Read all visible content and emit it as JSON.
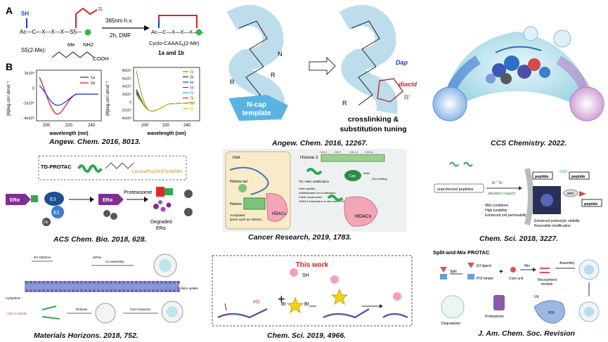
{
  "panels": {
    "p1": {
      "label_a": "A",
      "label_b": "B",
      "arrow_top": "365nm h.v.",
      "arrow_bottom": "2h, DMF",
      "product_label": "Cyclo-CAAAS",
      "product_sub": "5",
      "product_suffix": "(2-Me)",
      "compounds": "1a and 1b",
      "s5_label": "S5(2-Me):",
      "me": "Me",
      "nh2": "NH2",
      "cooh": "COOH",
      "sh": "SH",
      "seq": "Ac—C—X—X—X—S5—",
      "chart1": {
        "ylabel": "[θ]deg.cm².dmol⁻¹",
        "xlabel": "wavelength (nm)",
        "xticks": [
          "200",
          "220",
          "240"
        ],
        "yticks": [
          "2x10⁴",
          "0",
          "-2x10⁴",
          "-4x10⁴"
        ],
        "legend": [
          {
            "name": "1a",
            "color": "#1f3fd6"
          },
          {
            "name": "1b",
            "color": "#e0202a"
          }
        ]
      },
      "chart2": {
        "ylabel": "[θ]deg.cm².dmol⁻¹",
        "xlabel": "wavelength (nm)",
        "xticks": [
          "200",
          "220",
          "240"
        ],
        "yticks": [
          "8x10⁴",
          "6x10⁴",
          "4x10⁴",
          "2x10⁴",
          "0",
          "-2x10⁴",
          "-4x10⁴"
        ],
        "legend": [
          {
            "name": "2b",
            "color": "#8a8a00"
          },
          {
            "name": "3b",
            "color": "#333333"
          },
          {
            "name": "4b",
            "color": "#1a3fbf"
          },
          {
            "name": "5b",
            "color": "#c000c0"
          },
          {
            "name": "6b",
            "color": "#00b0d0"
          },
          {
            "name": "7b",
            "color": "#e02020"
          },
          {
            "name": "8b",
            "color": "#20b020"
          },
          {
            "name": "9b",
            "color": "#e8c000"
          }
        ]
      },
      "caption": "Angew. Chem. 2016, 8013."
    },
    "p2": {
      "ncap": "N-cap",
      "template": "template",
      "dap": "Dap",
      "diacid": "diacid",
      "tuning1": "crosslinking &",
      "tuning2": "substitution tuning",
      "caption": "Angew. Chem. 2016, 12267."
    },
    "p3": {
      "caption": "CCS Chemistry. 2022."
    },
    "p4": {
      "protac": "TD-PROTAC",
      "tag": "LeuAlaPro(OH)TyrIleNH₂",
      "era": "ERα",
      "e3": "E3",
      "e2": "E2",
      "ub": "Ub",
      "proteasome": "Proteasome",
      "degraded1": "Degraded",
      "degraded2": "ERα",
      "caption": "ACS Chem. Bio.  2018, 628."
    },
    "p5": {
      "dna": "DNA",
      "histone_tail": "Histone tail",
      "histone": "Histone",
      "acetylated": "Acetylated",
      "lysine": "lysine such as H3K9Ac",
      "hdacs": "HDACs",
      "histone3": "Histone 3",
      "marks": [
        "H3K4",
        "H3K9",
        "H3K14",
        "H3K18"
      ],
      "td_label": "TD: Helix stabilization",
      "cap_label": "Cap",
      "linker_label": "linker",
      "zinc": "Zinc binding",
      "bullets": [
        "Helix stability",
        "Antiantimatch for modification",
        "Facile construction",
        "HDAC1 inactivation in vitro and in vivo"
      ],
      "caption": "Cancer Research, 2019, 1783."
    },
    "p6": {
      "unprotected": "unprotected peptides",
      "alkylation": "alkylation reagent",
      "bullets1": [
        "Mild conditions",
        "High tunability",
        "Enhanced cell permeability"
      ],
      "bullets2": [
        "Enhanced proteolytic stability",
        "Reversible modification"
      ],
      "gsh": "GSH",
      "peptide": "peptide",
      "amc": "amc",
      "caption": "Chem. Sci. 2018,   3227."
    },
    "p7": {
      "hedgh": "2% HEDGH",
      "sirna": "siRNA",
      "coassembly": "Co-assembly",
      "cellular": "Cellular uptake",
      "cytoplasm": "Cytoplasm",
      "gsh": "GSH 2-10mM",
      "gsh_reduction": "GSH reduction",
      "release": "Release",
      "caption": "Materials Horizons. 2018, 752."
    },
    "p8": {
      "title": "This work",
      "sh": "SH",
      "hs": "HS",
      "br": "Br",
      "caption": "Chem. Sci. 2019, 4966."
    },
    "p9": {
      "title": "Split-and-Mix PROTAC",
      "split": "Split",
      "e3_ligand": "E3 ligand",
      "poi_binder": "POI binder",
      "core_unit": "Core unit",
      "mix": "Mix",
      "recruitment": "Recruitment",
      "module": "module",
      "assembly": "Assembly",
      "ub": "Ub",
      "poi": "POI",
      "proteasome": "Proteasome",
      "degradation": "Degradation",
      "caption": "J. Am. Chem. Soc. Revision"
    }
  }
}
